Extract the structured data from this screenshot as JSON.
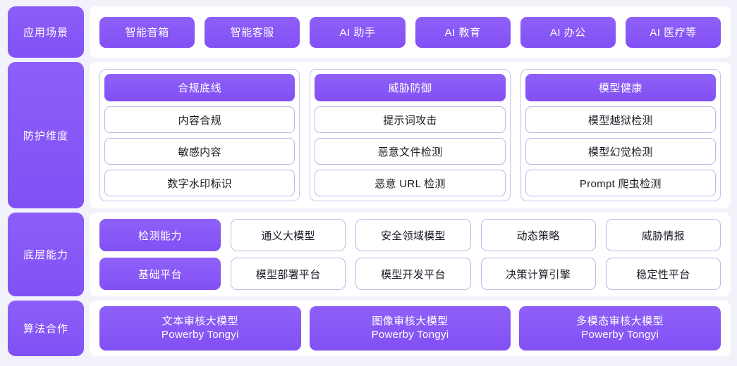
{
  "diagram": {
    "background_color": "#f2f2fa",
    "accent_color": "#8350f4",
    "panel_color": "#ffffff",
    "card_border_color": "#b9b9e9",
    "rows": {
      "scene": {
        "label": "应用场景",
        "chips": [
          "智能音箱",
          "智能客服",
          "AI 助手",
          "AI 教育",
          "AI 办公",
          "AI 医疗等"
        ]
      },
      "protect": {
        "label": "防护维度",
        "groups": [
          {
            "head": "合规底线",
            "items": [
              "内容合规",
              "敏感内容",
              "数字水印标识"
            ]
          },
          {
            "head": "威胁防御",
            "items": [
              "提示词攻击",
              "恶意文件检测",
              "恶意 URL 检测"
            ]
          },
          {
            "head": "模型健康",
            "items": [
              "模型越狱检测",
              "模型幻觉检测",
              "Prompt 爬虫检测"
            ]
          }
        ]
      },
      "base": {
        "label": "底层能力",
        "lines": [
          {
            "key": "检测能力",
            "items": [
              "通义大模型",
              "安全领域模型",
              "动态策略",
              "威胁情报"
            ]
          },
          {
            "key": "基础平台",
            "items": [
              "模型部署平台",
              "模型开发平台",
              "决策计算引擎",
              "稳定性平台"
            ]
          }
        ]
      },
      "algo": {
        "label": "算法合作",
        "chips": [
          {
            "title": "文本审核大模型",
            "sub": "Powerby Tongyi"
          },
          {
            "title": "图像审核大模型",
            "sub": "Powerby Tongyi"
          },
          {
            "title": "多模态审核大模型",
            "sub": "Powerby Tongyi"
          }
        ]
      }
    }
  }
}
